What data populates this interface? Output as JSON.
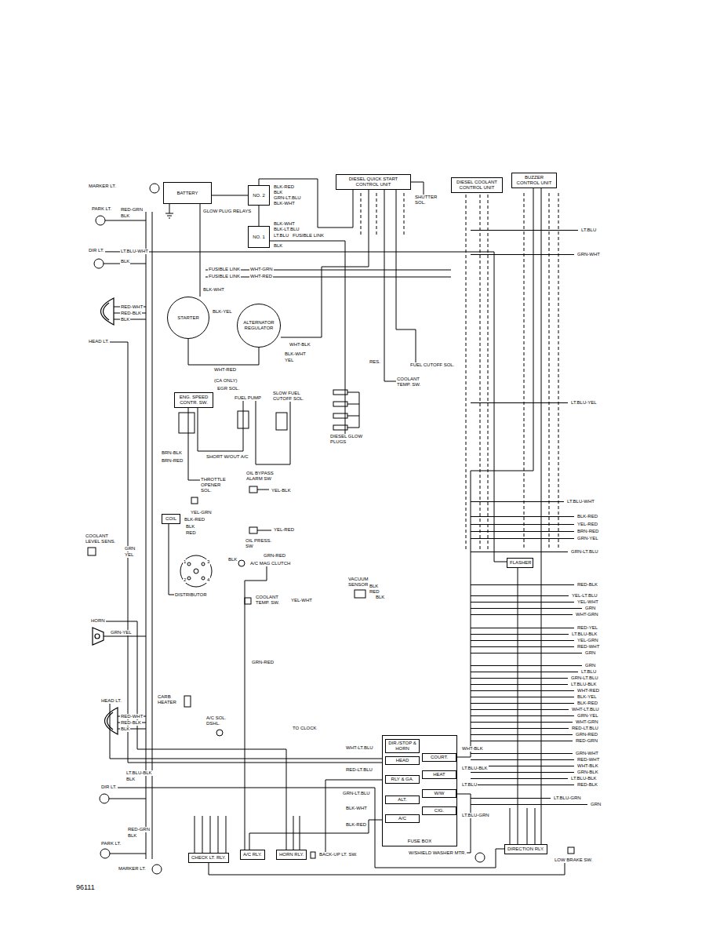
{
  "diagram": {
    "nodes": [
      {
        "text": [
          "BATTERY"
        ]
      },
      {
        "text": [
          "NO. 2"
        ]
      },
      {
        "text": [
          "NO. 1"
        ]
      },
      {
        "text": [
          "DIESEL QUICK START CONTROL UNIT"
        ]
      },
      {
        "text": [
          "SHUTTER SOL."
        ]
      },
      {
        "text": [
          "DIESEL COOLANT CONTROL UNIT"
        ]
      },
      {
        "text": [
          "BUZZER CONTROL UNIT"
        ]
      },
      {
        "text": [
          "STARTER"
        ]
      },
      {
        "text": [
          "ALTERNATOR REGULATOR"
        ]
      },
      {
        "text": [
          "FUEL CUTOFF SOL."
        ]
      },
      {
        "text": [
          "COOLANT TEMP. SW."
        ]
      },
      {
        "text": [
          "DIESEL GLOW PLUGS"
        ]
      },
      {
        "text": [
          "ENG. SPEED CONTR. SW."
        ]
      },
      {
        "text": [
          "EGR SOL."
        ]
      },
      {
        "text": [
          "FUEL PUMP"
        ]
      },
      {
        "text": [
          "SLOW FUEL CUTOFF SOL."
        ]
      },
      {
        "text": [
          "THROTTLE OPENER SOL."
        ]
      },
      {
        "text": [
          "OIL BYPASS ALARM SW"
        ]
      },
      {
        "text": [
          "COIL"
        ]
      },
      {
        "text": [
          "DISTRIBUTOR"
        ]
      },
      {
        "text": [
          "OIL PRESS. SW"
        ]
      },
      {
        "text": [
          "A/C MAG CLUTCH"
        ]
      },
      {
        "text": [
          "COOLANT LEVEL SENS."
        ]
      },
      {
        "text": [
          "COOLANT TEMP. SW."
        ]
      },
      {
        "text": [
          "VACUUM SENSOR"
        ]
      },
      {
        "text": [
          "FLASHER"
        ]
      },
      {
        "text": [
          "HORN"
        ]
      },
      {
        "text": [
          "HEAD LT."
        ]
      },
      {
        "text": [
          "MARKER LT."
        ]
      },
      {
        "text": [
          "PARK LT."
        ]
      },
      {
        "text": [
          "DIR LT."
        ]
      },
      {
        "text": [
          "HEAD LT."
        ]
      },
      {
        "text": [
          "DIR LT."
        ]
      },
      {
        "text": [
          "PARK LT."
        ]
      },
      {
        "text": [
          "MARKER LT."
        ]
      },
      {
        "text": [
          "CARB HEATER"
        ]
      },
      {
        "text": [
          "A/C SOL. DSHL."
        ]
      },
      {
        "text": [
          "CHECK LT. RLY."
        ]
      },
      {
        "text": [
          "A/C RLY."
        ]
      },
      {
        "text": [
          "HORN RLY."
        ]
      },
      {
        "text": [
          "BACK-UP LT. SW."
        ]
      },
      {
        "text": [
          "FUSE BOX"
        ]
      },
      {
        "text": [
          "DIR./STOP & HORN"
        ],
        "in": 41
      },
      {
        "text": [
          "HEAD"
        ],
        "in": 41
      },
      {
        "text": [
          "RLY & GA."
        ],
        "in": 41
      },
      {
        "text": [
          "ALT."
        ],
        "in": 41
      },
      {
        "text": [
          "A/C"
        ],
        "in": 41
      },
      {
        "text": [
          "COURT."
        ],
        "in": 41
      },
      {
        "text": [
          "HEAT"
        ],
        "in": 41
      },
      {
        "text": [
          "W/W"
        ],
        "in": 41
      },
      {
        "text": [
          "CIG."
        ],
        "in": 41
      },
      {
        "text": [
          "W/SHIELD WASHER MTR."
        ]
      },
      {
        "text": [
          "DIRECTION RLY."
        ]
      },
      {
        "text": [
          "LOW BRAKE SW."
        ]
      }
    ],
    "edges": [
      {
        "from": 0,
        "to": 7,
        "arrow": "none"
      },
      {
        "from": 1,
        "to": 3,
        "arrow": "none"
      },
      {
        "from": 2,
        "to": 11,
        "arrow": "none"
      },
      {
        "from": 0,
        "to": 1,
        "arrow": "none"
      },
      {
        "from": 7,
        "to": 8,
        "arrow": "none"
      },
      {
        "from": 8,
        "to": 3,
        "arrow": "none"
      },
      {
        "from": 3,
        "to": 4,
        "arrow": "none"
      },
      {
        "from": 3,
        "to": 9,
        "arrow": "none"
      },
      {
        "from": 3,
        "to": 10,
        "arrow": "none"
      },
      {
        "from": 6,
        "to": 52,
        "arrow": "none"
      },
      {
        "from": 25,
        "to": 52,
        "arrow": "none"
      },
      {
        "from": 18,
        "to": 19,
        "arrow": "none"
      },
      {
        "from": 26,
        "to": 39,
        "arrow": "none"
      },
      {
        "from": 27,
        "to": 43,
        "arrow": "none"
      },
      {
        "from": 30,
        "to": 25,
        "arrow": "none"
      },
      {
        "from": 32,
        "to": 52,
        "arrow": "none"
      },
      {
        "from": 46,
        "to": 38,
        "arrow": "none"
      },
      {
        "from": 38,
        "to": 21,
        "arrow": "none"
      },
      {
        "from": 14,
        "to": 15,
        "arrow": "none"
      },
      {
        "from": 12,
        "to": 16,
        "arrow": "none"
      },
      {
        "from": 12,
        "to": 14,
        "arrow": "none"
      },
      {
        "from": 40,
        "to": 44,
        "arrow": "none"
      },
      {
        "from": 51,
        "to": 49,
        "arrow": "none"
      },
      {
        "from": 47,
        "to": 6,
        "arrow": "none"
      },
      {
        "from": 31,
        "to": 43,
        "arrow": "none"
      },
      {
        "from": 53,
        "to": 37,
        "arrow": "none"
      },
      {
        "from": 1,
        "to": 2,
        "arrow": "none"
      }
    ],
    "labels": [
      "GLOW PLUG RELAYS",
      "BLK-RED",
      "BLK",
      "GRN-LT.BLU",
      "BLK-WHT",
      "BLK-WHT",
      "BLK-LT.BLU",
      "LT.BLU",
      "FUSIBLE LINK",
      "BLK",
      "FUSIBLE LINK",
      "WHT-GRN",
      "FUSIBLE LINK",
      "WHT-RED",
      "BLK-WHT",
      "BLK-YEL",
      "RED-GRN",
      "BLK",
      "LT.BLU-WHT",
      "BLK",
      "RED-WHT",
      "RED-BLK",
      "BLK",
      "WHT-BLK",
      "WHT-RED",
      "BLK-WHT",
      "YEL",
      "RES.",
      "(CA ONLY)",
      "SHORT W/OUT A/C",
      "BRN-BLK",
      "BRN-RED",
      "YEL-BLK",
      "YEL-GRN",
      "BLK-RED",
      "BLK",
      "RED",
      "YEL-RED",
      "1",
      "3",
      "2",
      "4",
      "BLK",
      "GRN-RED",
      "GRN",
      "YEL",
      "YEL-WHT",
      "BLK",
      "RED",
      "BLK",
      "GRN-YEL",
      "GRN-RED",
      "TO CLOCK",
      "RED-WHT",
      "RED-BLK",
      "BLK",
      "LT.BLU-BLK",
      "BLK",
      "RED-GRN",
      "BLK",
      "WHT-LT.BLU",
      "RED-LT.BLU",
      "GRN-LT.BLU",
      "BLK-WHT",
      "BLK-RED",
      "WHT-BLK",
      "LT.BLU-BLK",
      "LT.BLU",
      "LT.BLU-GRN",
      "LT.BLU",
      "GRN-WHT",
      "LT.BLU-YEL",
      "LT.BLU-WHT",
      "BLK-RED",
      "YEL-RED",
      "BRN-RED",
      "GRN-YEL",
      "GRN-LT.BLU",
      "RED-BLK",
      "YEL-LT.BLU",
      "YEL-WHT",
      "GRN",
      "WHT-GRN",
      "RED-YEL",
      "LT.BLU-BLK",
      "YEL-GRN",
      "RED-WHT",
      "GRN",
      "GRN",
      "LT.BLU",
      "GRN-LT.BLU",
      "LT.BLU-BLK",
      "WHT-RED",
      "BLK-YEL",
      "BLK-RED",
      "WHT-LT.BLU",
      "GRN-YEL",
      "WHT-GRN",
      "RED-LT.BLU",
      "GRN-RED",
      "RED-GRN",
      "GRN-WHT",
      "RED-WHT",
      "WHT-BLK",
      "GRN-BLK",
      "LT.BLU-BLK",
      "RED-BLK",
      "LT.BLU-GRN",
      "GRN",
      "96111"
    ]
  }
}
